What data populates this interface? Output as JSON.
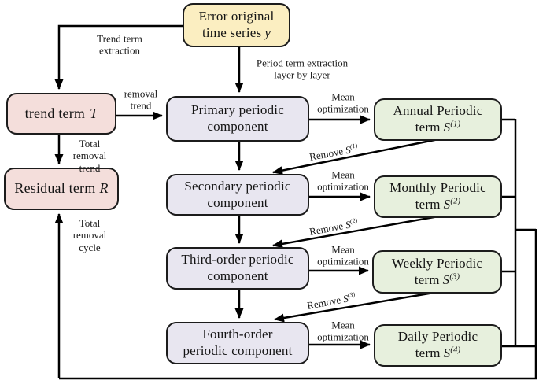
{
  "colors": {
    "yellow": "#FBEEC1",
    "pink": "#F4DEDB",
    "lavender": "#E8E6F0",
    "green": "#E7F0DD",
    "line": "#000000"
  },
  "nodes": {
    "error": {
      "line1": "Error original",
      "line2": "time series",
      "var": "y"
    },
    "trend": {
      "text": "trend term",
      "var": "T"
    },
    "residual": {
      "text": "Residual term",
      "var": "R"
    },
    "primary": {
      "line1": "Primary periodic",
      "line2": "component"
    },
    "secondary": {
      "line1": "Secondary periodic",
      "line2": "component"
    },
    "third": {
      "line1": "Third-order periodic",
      "line2": "component"
    },
    "fourth": {
      "line1": "Fourth-order",
      "line2": "periodic component"
    },
    "annual": {
      "line1": "Annual Periodic",
      "term": "term",
      "var": "S",
      "sup": "(1)"
    },
    "monthly": {
      "line1": "Monthly Periodic",
      "term": "term",
      "var": "S",
      "sup": "(2)"
    },
    "weekly": {
      "line1": "Weekly Periodic",
      "term": "term",
      "var": "S",
      "sup": "(3)"
    },
    "daily": {
      "line1": "Daily Periodic",
      "term": "term",
      "var": "S",
      "sup": "(4)"
    }
  },
  "edge_labels": {
    "trend_extraction": {
      "line1": "Trend term",
      "line2": "extraction"
    },
    "period_extraction": {
      "line1": "Period term extraction",
      "line2": "layer by layer"
    },
    "removal_trend": {
      "line1": "removal",
      "line2": "trend"
    },
    "total_removal_trend": {
      "line1": "Total",
      "line2": "removal",
      "line3": "trend"
    },
    "total_removal_cycle": {
      "line1": "Total",
      "line2": "removal",
      "line3": "cycle"
    },
    "mean_optimization": {
      "line1": "Mean",
      "line2": "optimization"
    },
    "remove1": {
      "text": "Remove",
      "var": "S",
      "sup": "(1)"
    },
    "remove2": {
      "text": "Remove",
      "var": "S",
      "sup": "(2)"
    },
    "remove3": {
      "text": "Remove",
      "var": "S",
      "sup": "(3)"
    }
  }
}
